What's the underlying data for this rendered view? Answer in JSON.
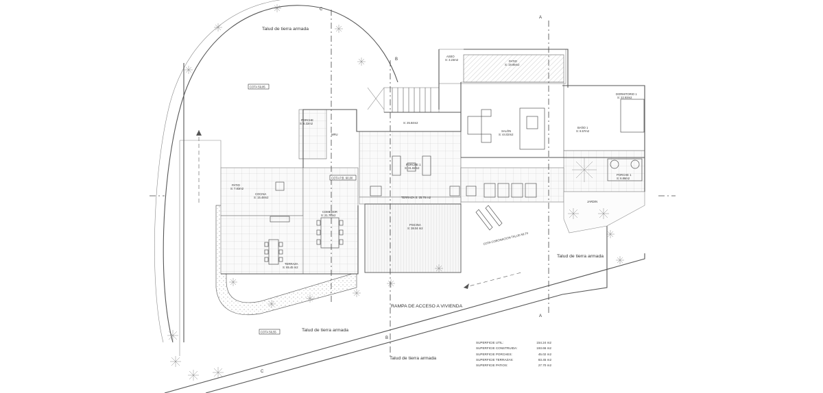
{
  "labels": {
    "talud_top": "Talud de tierra armada",
    "talud_right": "Talud de tierra armada",
    "talud_bottom_left": "Talud de tierra armada",
    "talud_bottom_center": "Talud de tierra armada",
    "cota_top": "COTA 59,85",
    "cota_pb": "COTA P.B. 60,00",
    "cota_bottom": "COTA 56,55",
    "cota_coronacion": "COTA CORONACION TALUD 59,70",
    "rampa": "RAMPA DE ACCESO A VIVIENDA",
    "section_a": "A",
    "section_b": "B",
    "section_c": "C"
  },
  "rooms": {
    "porche_w": [
      "PORCHE",
      "S: 6.32m2"
    ],
    "mru": "MRU",
    "aseo": [
      "ASEO",
      "S: 3.23m2"
    ],
    "patio_top": [
      "PATIO",
      "S: 19.85m2"
    ],
    "s_hall": "S: 25.84m2",
    "porche1": [
      "PORCHE 1",
      "S: 31.82m2"
    ],
    "salon": [
      "SALÓN",
      "S: 44.02m2"
    ],
    "dormitorio": [
      "DORMITORIO 1",
      "S: 22.93m2"
    ],
    "bano": [
      "BAÑO 1",
      "S: 8.57m2"
    ],
    "porche_e": [
      "PORCHE 1",
      "S: 6.86m2"
    ],
    "patio_w": [
      "PATIO",
      "S: 7.83m2"
    ],
    "cocina": [
      "COCINA",
      "S: 15.48m2"
    ],
    "comedor": [
      "COMEDOR",
      "S: 21.76m2"
    ],
    "terraza_pool": "TERRAZA   S: 25.76 m2",
    "piscina": [
      "PISCINA",
      "S: 38.04 m2"
    ],
    "jardin": "JARDIN",
    "terraza_w": [
      "TERRAZA",
      "S: 65.45 m2"
    ]
  },
  "summary": [
    {
      "label": "SUPERFICIE UTIL:",
      "value": "154.24 m2"
    },
    {
      "label": "SUPERFICIE CONSTRUIDA:",
      "value": "193.66 m2"
    },
    {
      "label": "SUPERFICIE PORCHES:",
      "value": "45.02 m2"
    },
    {
      "label": "SUPERFICIE TERRAZAS:",
      "value": "83.45 m2"
    },
    {
      "label": "SUPERFICIE PATIOS:",
      "value": "27.70 m2"
    }
  ]
}
